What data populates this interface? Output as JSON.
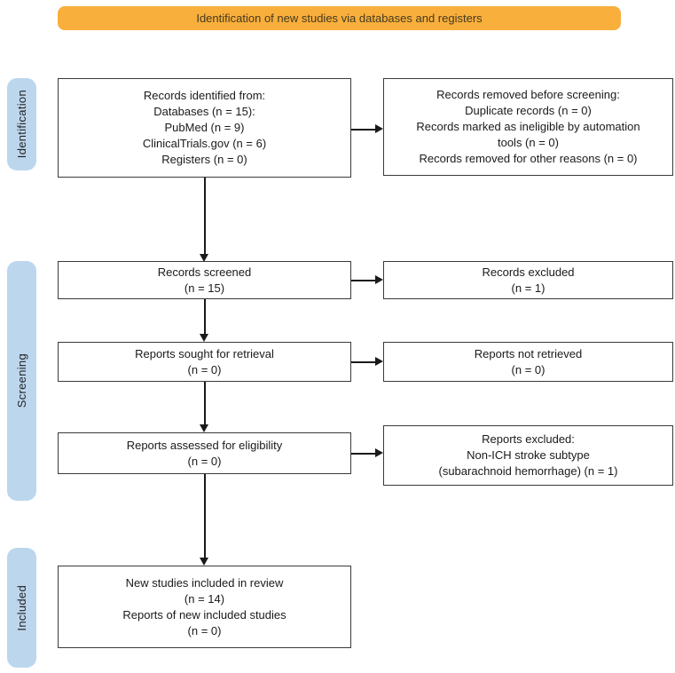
{
  "title_banner": {
    "label": "Identification of new studies via databases and registers"
  },
  "stage_labels": [
    {
      "label": "Identification"
    },
    {
      "label": "Screening"
    },
    {
      "label": "Included"
    }
  ],
  "boxes": {
    "records_identified": [
      "Records identified from:",
      "Databases (n = 15):",
      "PubMed (n = 9)",
      "ClinicalTrials.gov (n = 6)",
      "Registers (n = 0)"
    ],
    "records_removed": [
      "Records removed before screening:",
      "Duplicate records (n = 0)",
      "Records marked as ineligible by automation tools (n = 0)",
      "Records removed for other reasons (n = 0)"
    ],
    "records_screened": [
      "Records screened",
      "(n = 15)"
    ],
    "records_excluded": [
      "Records excluded",
      "(n = 1)"
    ],
    "reports_sought": [
      "Reports sought for retrieval",
      "(n = 0)"
    ],
    "reports_not_retrieved": [
      "Reports not retrieved",
      "(n = 0)"
    ],
    "reports_assessed": [
      "Reports assessed for eligibility",
      "(n = 0)"
    ],
    "reports_excluded": [
      "Reports excluded:",
      "Non-ICH stroke subtype",
      "(subarachnoid hemorrhage) (n = 1)"
    ],
    "new_studies_included": [
      "New studies included in review",
      "(n = 14)",
      "Reports of new included studies",
      "(n = 0)"
    ]
  },
  "colors": {
    "banner_bg": "#F9AF3B",
    "stage_bg": "#BCD6EE",
    "box_border": "#3A3A3A",
    "arrow": "#1A1A1A",
    "text": "#1A1A1A"
  }
}
